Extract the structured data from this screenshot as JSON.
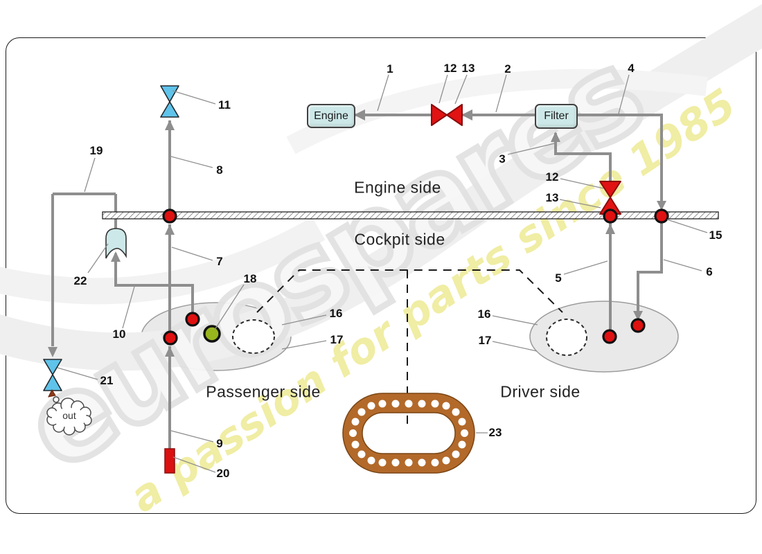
{
  "watermark": {
    "brand": "eurospares",
    "tagline": "a passion for parts since 1985",
    "brand_color": "#e2e2e2",
    "tagline_color": "#e7e36e"
  },
  "components": {
    "engine_box": "Engine",
    "filter_box": "Filter",
    "cloud_out": "out"
  },
  "sections": {
    "engine_side": "Engine side",
    "cockpit_side": "Cockpit side",
    "passenger_side": "Passenger side",
    "driver_side": "Driver side"
  },
  "callouts": {
    "n1": "1",
    "n2": "2",
    "n3": "3",
    "n4": "4",
    "n5": "5",
    "n6": "6",
    "n7": "7",
    "n8": "8",
    "n9": "9",
    "n10": "10",
    "n11": "11",
    "n12_top": "12",
    "n13_top": "13",
    "n12_right": "12",
    "n13_right": "13",
    "n15": "15",
    "n16_passenger": "16",
    "n17_passenger": "17",
    "n16_driver": "16",
    "n17_driver": "17",
    "n18": "18",
    "n19": "19",
    "n20": "20",
    "n21": "21",
    "n22": "22",
    "n23": "23"
  },
  "colors": {
    "pipe": "#8e8e8e",
    "valve_red": "#e11313",
    "valve_blue": "#5fc3ea",
    "dot_red": "#e01111",
    "dot_green": "#98b51e",
    "box_fill": "#cde8e8",
    "gasket_brown": "#b2692a"
  }
}
